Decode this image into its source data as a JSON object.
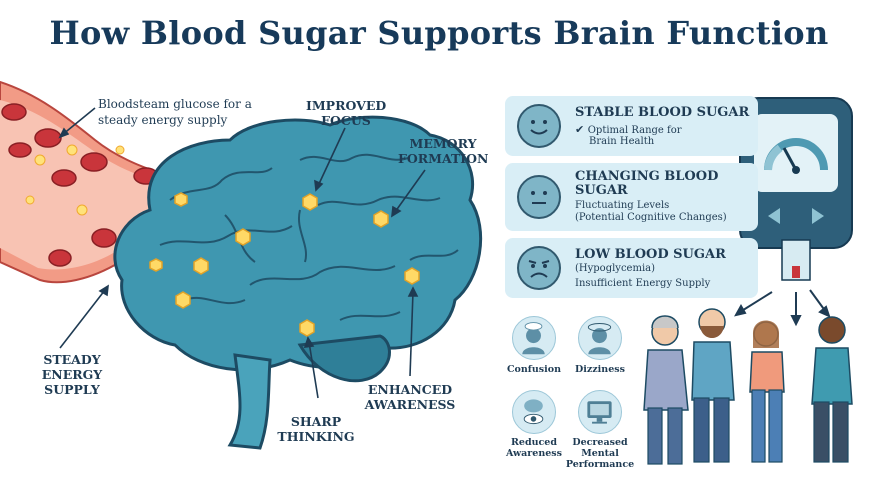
{
  "title": "How Blood Sugar Supports Brain Function",
  "brain_labels": {
    "bloodstream": "Bloodsteam glucose for a steady energy supply",
    "improved_focus": "IMPROVED FOCUS",
    "memory_formation": "MEMORY FORMATION",
    "steady_energy": "STEADY ENERGY SUPPLY",
    "sharp_thinking": "SHARP THINKING",
    "enhanced_awareness": "ENHANCED AWARENESS"
  },
  "states": [
    {
      "heading": "STABLE BLOOD SUGAR",
      "detail_1": "Optimal Range for",
      "detail_2": "Brain Health",
      "face": "smiling-face-icon"
    },
    {
      "heading": "CHANGING BLOOD SUGAR",
      "detail_1": "Fluctuating Levels",
      "detail_2": "(Potential Cognitive Changes)",
      "face": "neutral-face-icon"
    },
    {
      "heading": "LOW BLOOD SUGAR",
      "detail_1": "(Hypoglycemia)",
      "detail_2": "Insufficient Energy Supply",
      "face": "worried-face-icon"
    }
  ],
  "symptoms": [
    {
      "label_1": "Confusion",
      "label_2": "",
      "label_3": "",
      "icon": "confusion-head-icon"
    },
    {
      "label_1": "Dizziness",
      "label_2": "",
      "label_3": "",
      "icon": "dizziness-head-icon"
    },
    {
      "label_1": "Reduced",
      "label_2": "Awareness",
      "label_3": "",
      "icon": "reduced-awareness-icon"
    },
    {
      "label_1": "Decreased",
      "label_2": "Mental",
      "label_3": "Performance",
      "icon": "monitor-icon"
    }
  ],
  "colors": {
    "title": "#173a5a",
    "brain": "#3f97b0",
    "brain_outline": "#1d4b63",
    "vessel": "#e8735f",
    "cell": "#c9353b",
    "glucose": "#f4c64a",
    "card_bg": "#d9eef6",
    "meter": "#2e5f7a"
  }
}
